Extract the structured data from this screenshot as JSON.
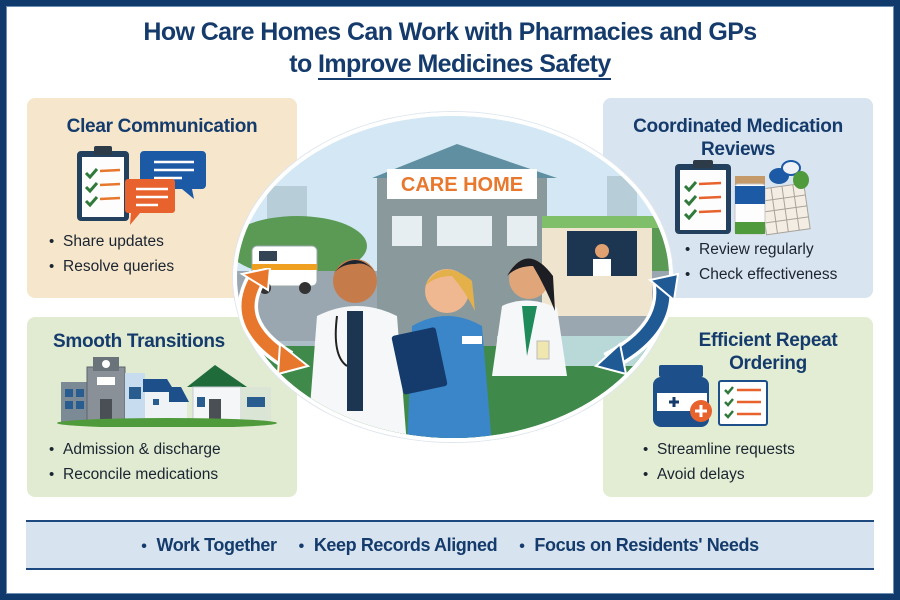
{
  "header": {
    "title_line1": "How Care Homes Can Work with Pharmacies and GPs",
    "title_line2_prefix": "to ",
    "title_line2_underlined": "Improve Medicines Safety"
  },
  "scene": {
    "building_sign": "CARE HOME",
    "people": [
      "doctor",
      "nurse",
      "pharmacist"
    ]
  },
  "panels": {
    "communication": {
      "title": "Clear Communication",
      "icon": "clipboard-chat-icon",
      "bullets": [
        "Share updates",
        "Resolve queries"
      ],
      "bg": "#f5e6cc"
    },
    "reviews": {
      "title_line1": "Coordinated Medication",
      "title_line2": "Reviews",
      "icon": "clipboard-medicine-calendar-icon",
      "bullets": [
        "Review regularly",
        "Check effectiveness"
      ],
      "bg": "#d8e4ef"
    },
    "transitions": {
      "title": "Smooth Transitions",
      "icon": "buildings-houses-icon",
      "bullets": [
        "Admission & discharge",
        "Reconcile medications"
      ],
      "bg": "#e0ebd2"
    },
    "ordering": {
      "title_line1": "Efficient Repeat",
      "title_line2": "Ordering",
      "icon": "medicine-bottle-checklist-icon",
      "bullets": [
        "Streamline requests",
        "Avoid delays"
      ],
      "bg": "#e2edd4"
    }
  },
  "footer": {
    "items": [
      "Work Together",
      "Keep Records Aligned",
      "Focus on Residents' Needs"
    ]
  },
  "colors": {
    "navy": "#143b6b",
    "frame": "#0f3a6b",
    "orange": "#e8772e",
    "blue_arrow": "#1f5a94",
    "green_check": "#2f7a3a"
  }
}
